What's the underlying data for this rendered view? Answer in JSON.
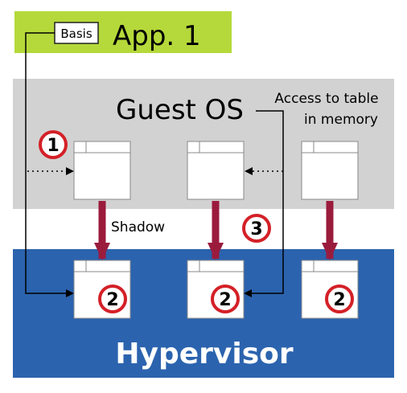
{
  "app": {
    "basis_label": "Basis",
    "title": "App. 1"
  },
  "guest_os": {
    "title": "Guest OS",
    "access_note_line1": "Access to table",
    "access_note_line2": "in memory"
  },
  "labels": {
    "shadow": "Shadow"
  },
  "hypervisor": {
    "title": "Hypervisor"
  },
  "markers": {
    "m1": "1",
    "m2": "2",
    "m3": "3"
  },
  "colors": {
    "app_green": "#b5d93a",
    "guest_gray": "#d2d2d2",
    "hypervisor_blue": "#2b63ae",
    "arrow_maroon": "#9b1b3d",
    "marker_red": "#d42027"
  }
}
